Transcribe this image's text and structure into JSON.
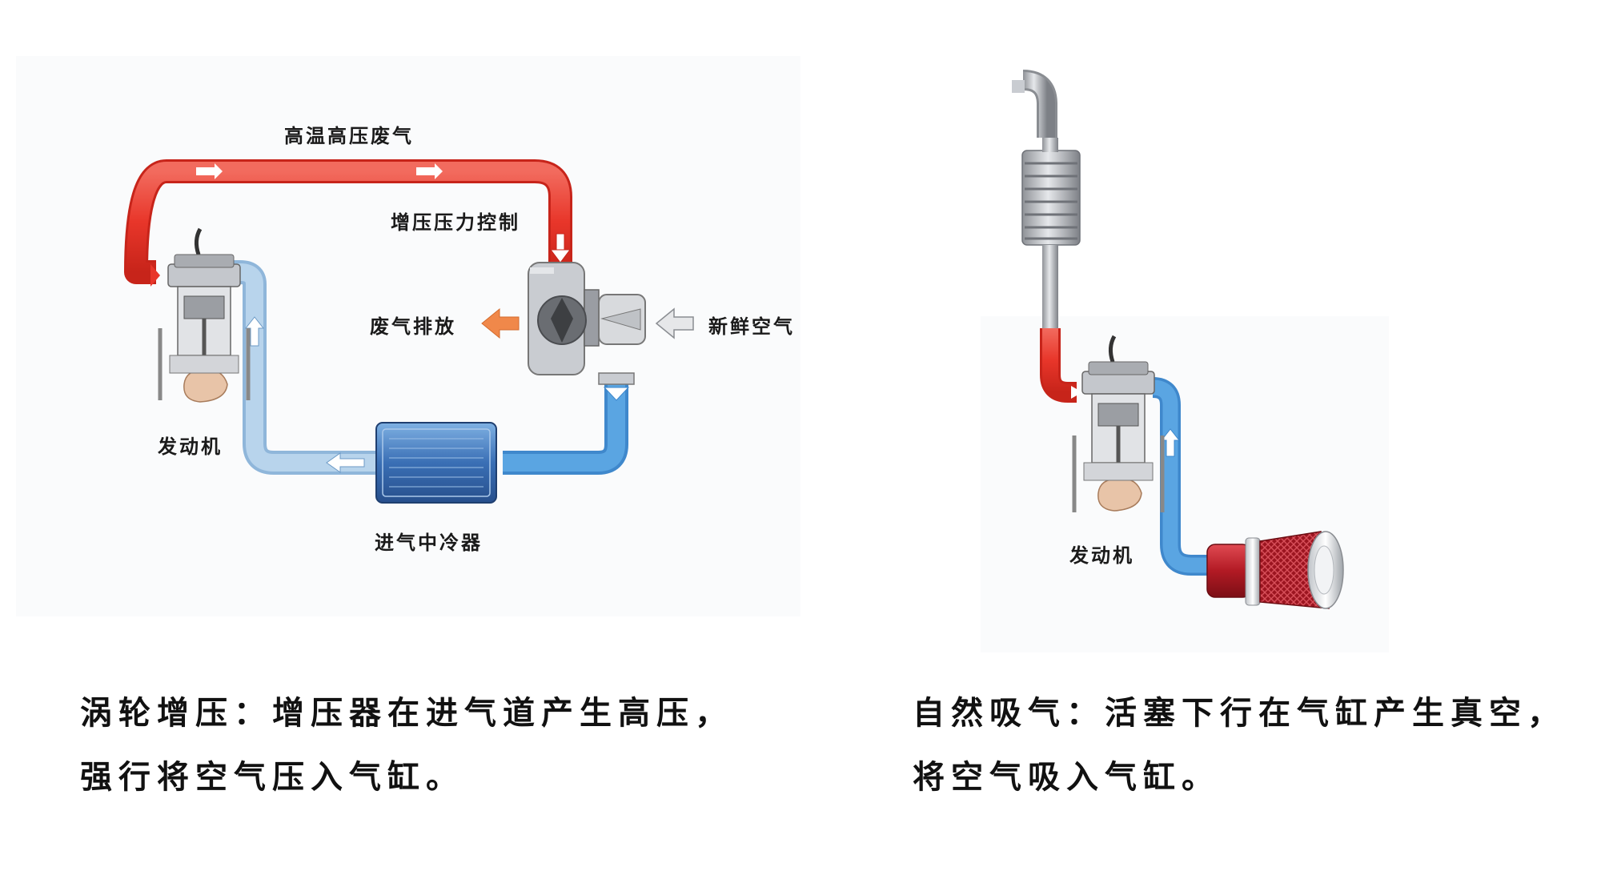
{
  "turbo": {
    "labels": {
      "exhaust_hot": "高温高压废气",
      "boost_control": "增压压力控制",
      "exhaust_out": "废气排放",
      "fresh_air": "新鲜空气",
      "engine": "发动机",
      "intercooler": "进气中冷器"
    },
    "caption_line1": "涡轮增压：增压器在进气道产生高压，",
    "caption_line2": "强行将空气压入气缸。"
  },
  "natural": {
    "labels": {
      "engine": "发动机"
    },
    "caption_line1": "自然吸气：活塞下行在气缸产生真空，",
    "caption_line2": "将空气吸入气缸。"
  },
  "colors": {
    "exhaust_pipe": "#e8362a",
    "intake_pipe": "#4f9ad6",
    "intercooler": "#3a6fb5",
    "outlet_arrow": "#f0884a",
    "filter_red": "#c8202a"
  }
}
